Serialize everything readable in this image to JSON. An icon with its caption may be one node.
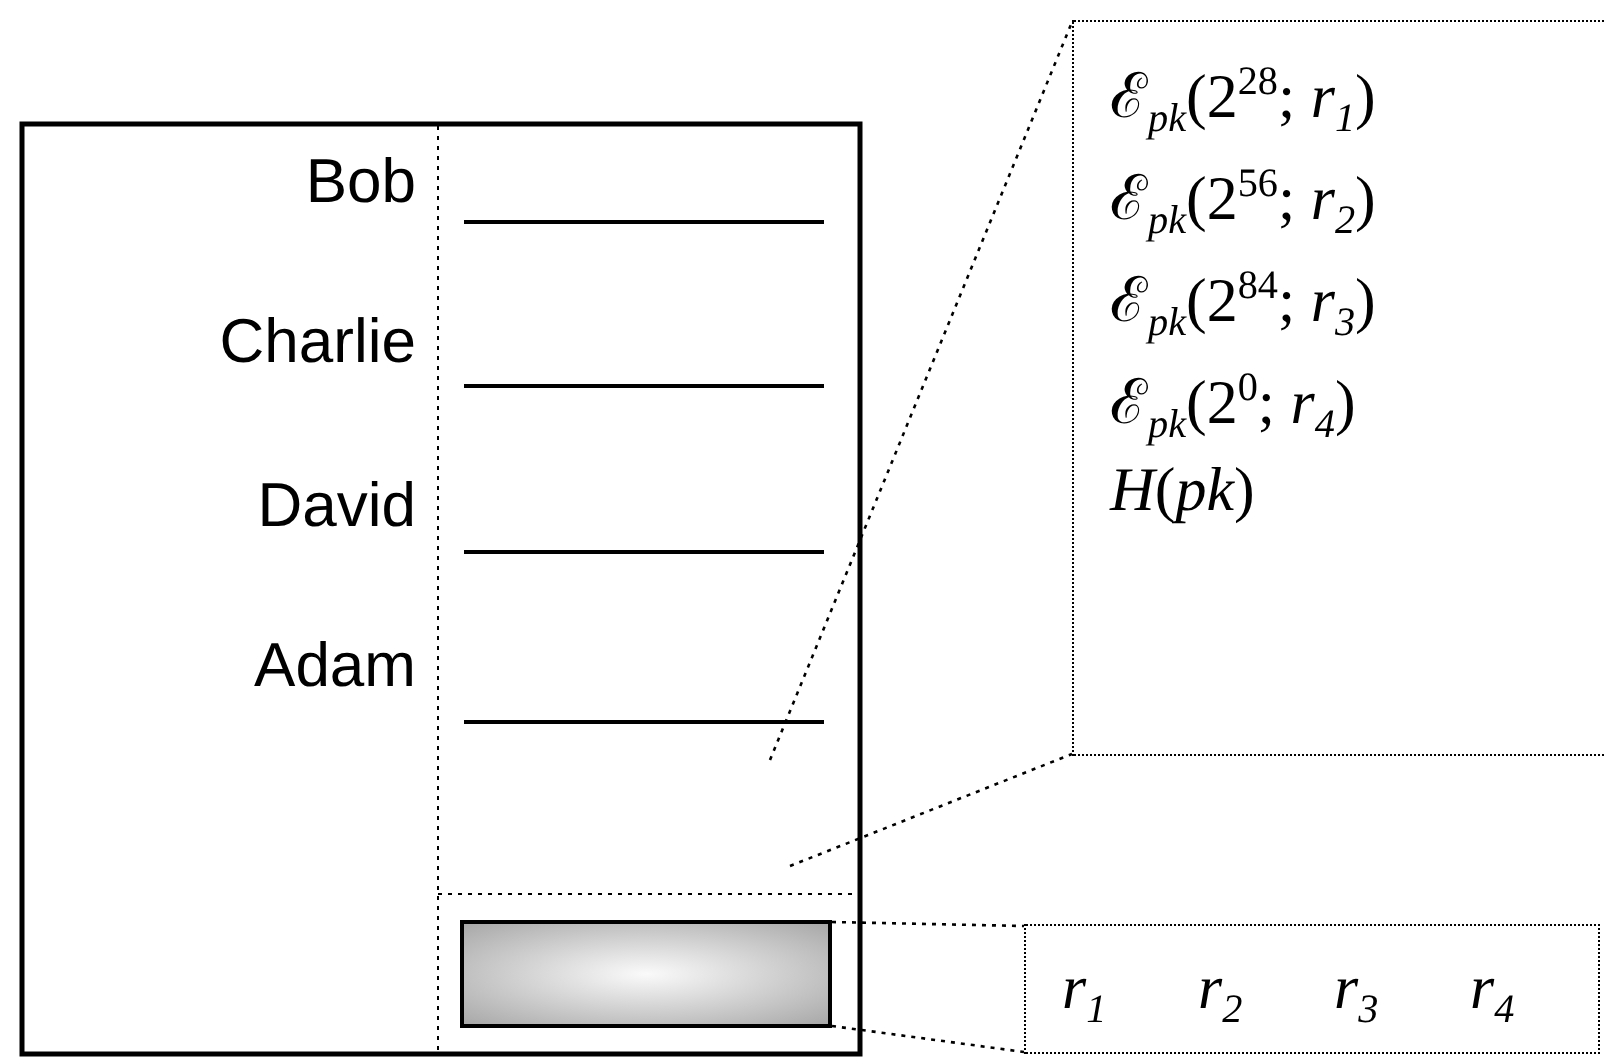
{
  "diagram": {
    "nodes": [
      {
        "text": [
          "ℰ$_{pk}$(2$^{28}$; *r*$_{1}$)",
          "ℰ$_{pk}$(2$^{56}$; *r*$_{2}$)",
          "ℰ$_{pk}$(2$^{84}$; *r*$_{3}$)",
          "ℰ$_{pk}$(2$^{0}$; *r*$_{4}$)",
          "*H*(*pk*)"
        ]
      },
      {
        "text": [],
        "shape": "box"
      },
      {
        "text": [
          "*r*$_{1}$",
          "*r*$_{2}$",
          "*r*$_{3}$",
          "*r*$_{4}$"
        ]
      }
    ],
    "edges": [
      {
        "from": null,
        "to": 0,
        "arrow": "none"
      },
      {
        "from": null,
        "to": 0,
        "arrow": "none"
      },
      {
        "from": 1,
        "to": 2,
        "arrow": "none"
      },
      {
        "from": 1,
        "to": 2,
        "arrow": "none"
      }
    ],
    "labels": [
      "Bob",
      "Charlie",
      "David",
      "Adam"
    ]
  }
}
